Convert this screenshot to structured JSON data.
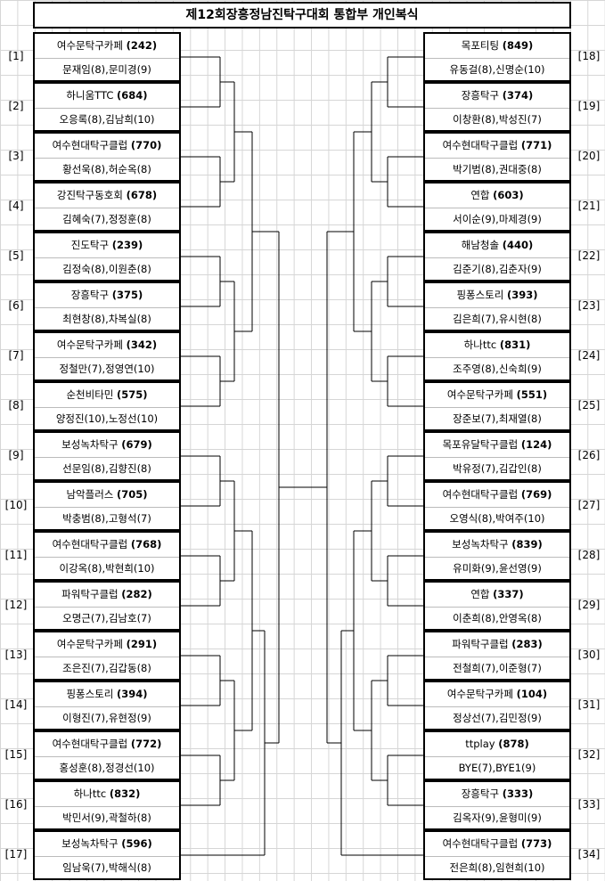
{
  "title": "제12회장흥정남진탁구대회 통합부 개인복식",
  "left": [
    {
      "seed": "[1]",
      "club": "여수문탁구카페",
      "num": "(242)",
      "players": "문재임(8),문미경(9)"
    },
    {
      "seed": "[2]",
      "club": "하니움TTC",
      "num": "(684)",
      "players": "오응록(8),김남희(10)"
    },
    {
      "seed": "[3]",
      "club": "여수현대탁구클럽",
      "num": "(770)",
      "players": "황선욱(8),허순옥(8)"
    },
    {
      "seed": "[4]",
      "club": "강진탁구동호회",
      "num": "(678)",
      "players": "김혜숙(7),정정훈(8)"
    },
    {
      "seed": "[5]",
      "club": "진도탁구",
      "num": "(239)",
      "players": "김정숙(8),이원춘(8)"
    },
    {
      "seed": "[6]",
      "club": "장흥탁구",
      "num": "(375)",
      "players": "최현창(8),차복실(8)"
    },
    {
      "seed": "[7]",
      "club": "여수문탁구카페",
      "num": "(342)",
      "players": "정철만(7),정영연(10)"
    },
    {
      "seed": "[8]",
      "club": "순천비타민",
      "num": "(575)",
      "players": "양정진(10),노정선(10)"
    },
    {
      "seed": "[9]",
      "club": "보성녹차탁구",
      "num": "(679)",
      "players": "선문임(8),김향진(8)"
    },
    {
      "seed": "[10]",
      "club": "남악플러스",
      "num": "(705)",
      "players": "박충범(8),고형석(7)"
    },
    {
      "seed": "[11]",
      "club": "여수현대탁구클럽",
      "num": "(768)",
      "players": "이강옥(8),박현희(10)"
    },
    {
      "seed": "[12]",
      "club": "파워탁구클럽",
      "num": "(282)",
      "players": "오명근(7),김남호(7)"
    },
    {
      "seed": "[13]",
      "club": "여수문탁구카페",
      "num": "(291)",
      "players": "조은진(7),김갑동(8)"
    },
    {
      "seed": "[14]",
      "club": "핑퐁스토리",
      "num": "(394)",
      "players": "이형진(7),유현정(9)"
    },
    {
      "seed": "[15]",
      "club": "여수현대탁구클럽",
      "num": "(772)",
      "players": "홍성훈(8),정경선(10)"
    },
    {
      "seed": "[16]",
      "club": "하나ttc",
      "num": "(832)",
      "players": "박민서(9),곽철하(8)"
    },
    {
      "seed": "[17]",
      "club": "보성녹차탁구",
      "num": "(596)",
      "players": "임남욱(7),박해식(8)"
    }
  ],
  "right": [
    {
      "seed": "[18]",
      "club": "목포티팅",
      "num": "(849)",
      "players": "유동걸(8),신명순(10)"
    },
    {
      "seed": "[19]",
      "club": "장흥탁구",
      "num": "(374)",
      "players": "이창환(8),박성진(7)"
    },
    {
      "seed": "[20]",
      "club": "여수현대탁구클럽",
      "num": "(771)",
      "players": "박기범(8),권대중(8)"
    },
    {
      "seed": "[21]",
      "club": "연합",
      "num": "(603)",
      "players": "서이순(9),마제경(9)"
    },
    {
      "seed": "[22]",
      "club": "해남청솔",
      "num": "(440)",
      "players": "김준기(8),김춘자(9)"
    },
    {
      "seed": "[23]",
      "club": "핑퐁스토리",
      "num": "(393)",
      "players": "김은희(7),유시현(8)"
    },
    {
      "seed": "[24]",
      "club": "하나ttc",
      "num": "(831)",
      "players": "조주영(8),신숙희(9)"
    },
    {
      "seed": "[25]",
      "club": "여수문탁구카페",
      "num": "(551)",
      "players": "장준보(7),최재열(8)"
    },
    {
      "seed": "[26]",
      "club": "목포유달탁구클럽",
      "num": "(124)",
      "players": "박유정(7),김갑인(8)"
    },
    {
      "seed": "[27]",
      "club": "여수현대탁구클럽",
      "num": "(769)",
      "players": "오영식(8),박여주(10)"
    },
    {
      "seed": "[28]",
      "club": "보성녹차탁구",
      "num": "(839)",
      "players": "유미화(9),윤선영(9)"
    },
    {
      "seed": "[29]",
      "club": "연합",
      "num": "(337)",
      "players": "이춘희(8),안영옥(8)"
    },
    {
      "seed": "[30]",
      "club": "파워탁구클럽",
      "num": "(283)",
      "players": "전철희(7),이준형(7)"
    },
    {
      "seed": "[31]",
      "club": "여수문탁구카페",
      "num": "(104)",
      "players": "정상선(7),김민정(9)"
    },
    {
      "seed": "[32]",
      "club": "ttplay",
      "num": "(878)",
      "players": "BYE(7),BYE1(9)"
    },
    {
      "seed": "[33]",
      "club": "장흥탁구",
      "num": "(333)",
      "players": "김옥자(9),윤형미(9)"
    },
    {
      "seed": "[34]",
      "club": "여수현대탁구클럽",
      "num": "(773)",
      "players": "전은희(8),임현희(10)"
    }
  ]
}
